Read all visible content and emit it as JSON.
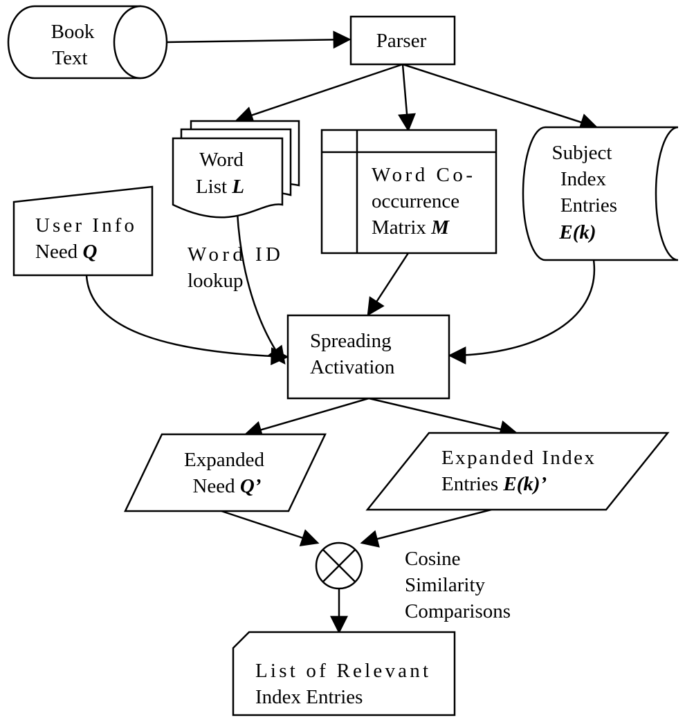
{
  "nodes": {
    "book_text": {
      "line1": "Book",
      "line2": "Text"
    },
    "parser": {
      "label": "Parser"
    },
    "word_list": {
      "line1": "Word",
      "line2_prefix": "List ",
      "line2_var": "L"
    },
    "matrix": {
      "line1": "Word Co-",
      "line2": "occurrence",
      "line3_prefix": "Matrix ",
      "line3_var": "M"
    },
    "subject_index": {
      "line1": "Subject",
      "line2": "Index",
      "line3": "Entries",
      "line4_var": "E(k)"
    },
    "user_info": {
      "line1": "User Info",
      "line2_prefix": "Need ",
      "line2_var": "Q"
    },
    "spreading": {
      "line1": "Spreading",
      "line2": "Activation"
    },
    "expanded_need": {
      "line1": "Expanded",
      "line2_prefix": "Need ",
      "line2_var": "Q’"
    },
    "expanded_index": {
      "line1": "Expanded Index",
      "line2_prefix": "Entries ",
      "line2_var": "E(k)’"
    },
    "relevant_list": {
      "line1": "List of Relevant",
      "line2": "Index Entries"
    }
  },
  "labels": {
    "word_id_lookup": {
      "line1": "Word ID",
      "line2": "lookup"
    },
    "cosine": {
      "line1": "Cosine",
      "line2": "Similarity",
      "line3": "Comparisons"
    }
  }
}
